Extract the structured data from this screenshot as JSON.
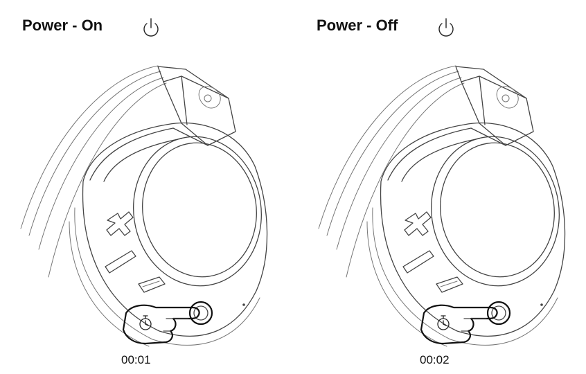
{
  "panels": [
    {
      "title": "Power - On",
      "icon": "power-icon",
      "timer_icon": "stopwatch-icon",
      "time": "00:01"
    },
    {
      "title": "Power - Off",
      "icon": "power-icon",
      "timer_icon": "stopwatch-icon",
      "time": "00:02"
    }
  ]
}
